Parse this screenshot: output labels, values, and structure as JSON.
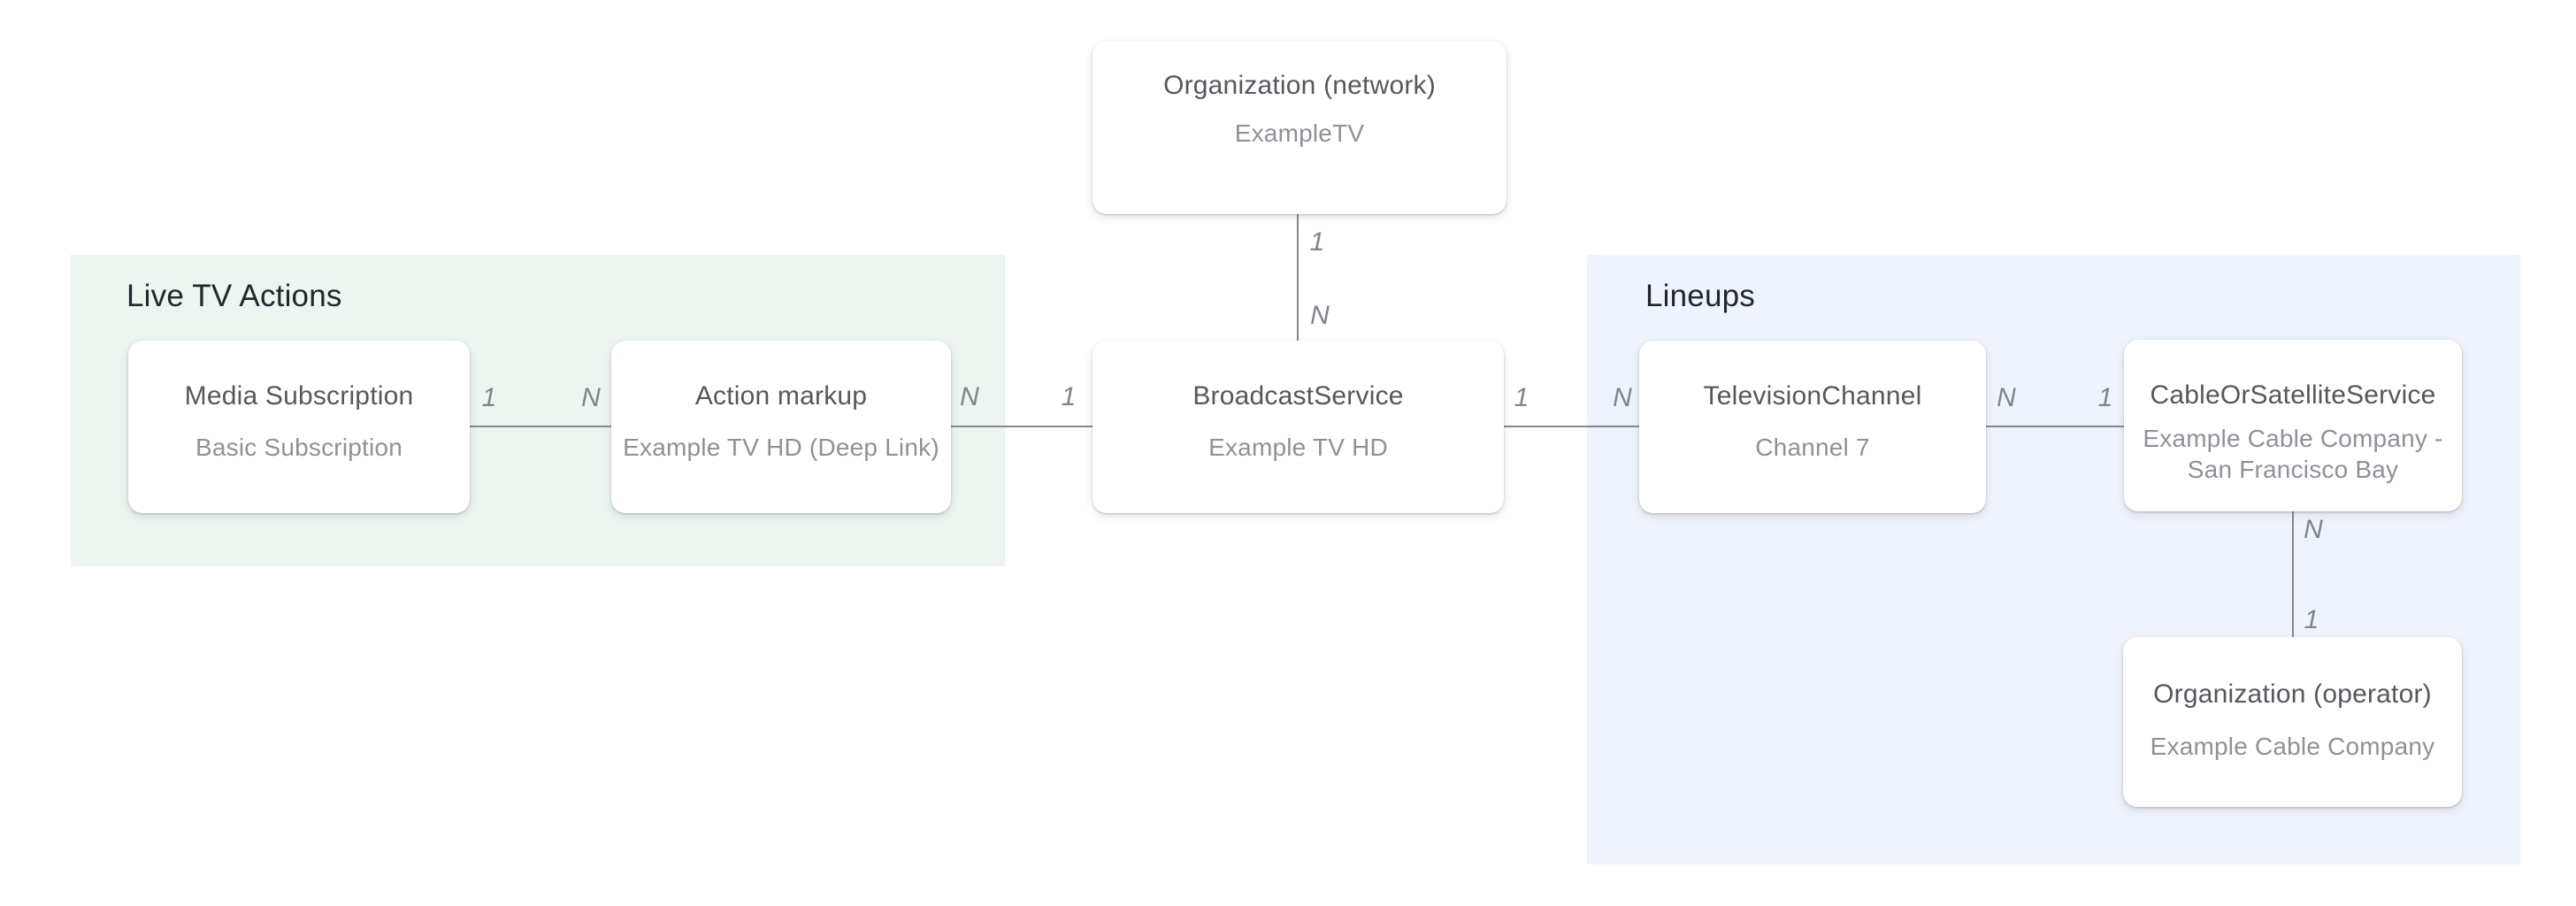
{
  "diagram": {
    "sections": {
      "live_tv_actions": {
        "label": "Live TV Actions",
        "bg_color": "#ecf5f0"
      },
      "lineups": {
        "label": "Lineups",
        "bg_color": "#eef3fc"
      }
    },
    "nodes": {
      "organization_network": {
        "title": "Organization (network)",
        "subtitle": "ExampleTV"
      },
      "media_subscription": {
        "title": "Media Subscription",
        "subtitle": "Basic Subscription"
      },
      "action_markup": {
        "title": "Action markup",
        "subtitle": "Example TV HD (Deep Link)"
      },
      "broadcast_service": {
        "title": "BroadcastService",
        "subtitle": "Example TV HD"
      },
      "television_channel": {
        "title": "TelevisionChannel",
        "subtitle": "Channel 7"
      },
      "cable_or_satellite_service": {
        "title": "CableOrSatelliteService",
        "subtitle": "Example Cable Company - San Francisco Bay"
      },
      "organization_operator": {
        "title": "Organization (operator)",
        "subtitle": "Example Cable Company"
      }
    },
    "edges": {
      "network_to_broadcast": {
        "start_label": "1",
        "end_label": "N"
      },
      "media_to_action": {
        "start_label": "1",
        "end_label": "N"
      },
      "action_to_broadcast": {
        "start_label": "N",
        "end_label": "1"
      },
      "broadcast_to_channel": {
        "start_label": "1",
        "end_label": "N"
      },
      "channel_to_cable": {
        "start_label": "N",
        "end_label": "1"
      },
      "cable_to_operator": {
        "start_label": "N",
        "end_label": "1"
      }
    },
    "colors": {
      "canvas_bg": "#ffffff",
      "node_bg": "#ffffff",
      "connector": "#85898d",
      "section_label_text": "#23272d",
      "node_title_text": "#54585d",
      "node_subtitle_text": "#8d9298",
      "cardinality_text": "#7f858b"
    }
  }
}
